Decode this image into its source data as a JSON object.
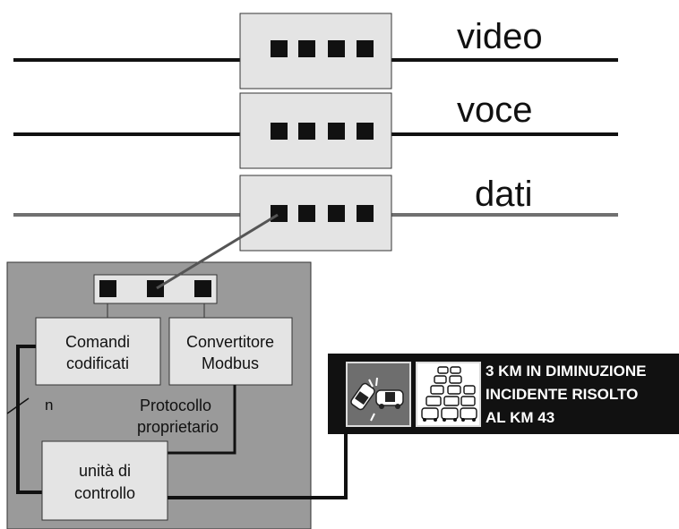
{
  "channels": [
    {
      "id": "video",
      "label": "video"
    },
    {
      "id": "voce",
      "label": "voce"
    },
    {
      "id": "dati",
      "label": "dati"
    }
  ],
  "blocks": {
    "comandi": [
      "Comandi",
      "codificati"
    ],
    "convertitore": [
      "Convertitore",
      "Modbus"
    ],
    "controllo": [
      "unità di",
      "controllo"
    ]
  },
  "labels": {
    "n": "n",
    "protocollo": [
      "Protocollo",
      "proprietario"
    ]
  },
  "sign": {
    "lines": [
      "3 KM IN DIMINUZIONE",
      "INCIDENTE RISOLTO",
      "AL KM 43"
    ],
    "accident_icon": "car-crash-icon",
    "traffic_icon": "traffic-queue-icon"
  },
  "colors": {
    "line_dark": "#111111",
    "line_grey": "#707070",
    "box_fill": "#e4e4e4",
    "cabinet_fill": "#9a9a9a",
    "sign_bg": "#111111"
  }
}
